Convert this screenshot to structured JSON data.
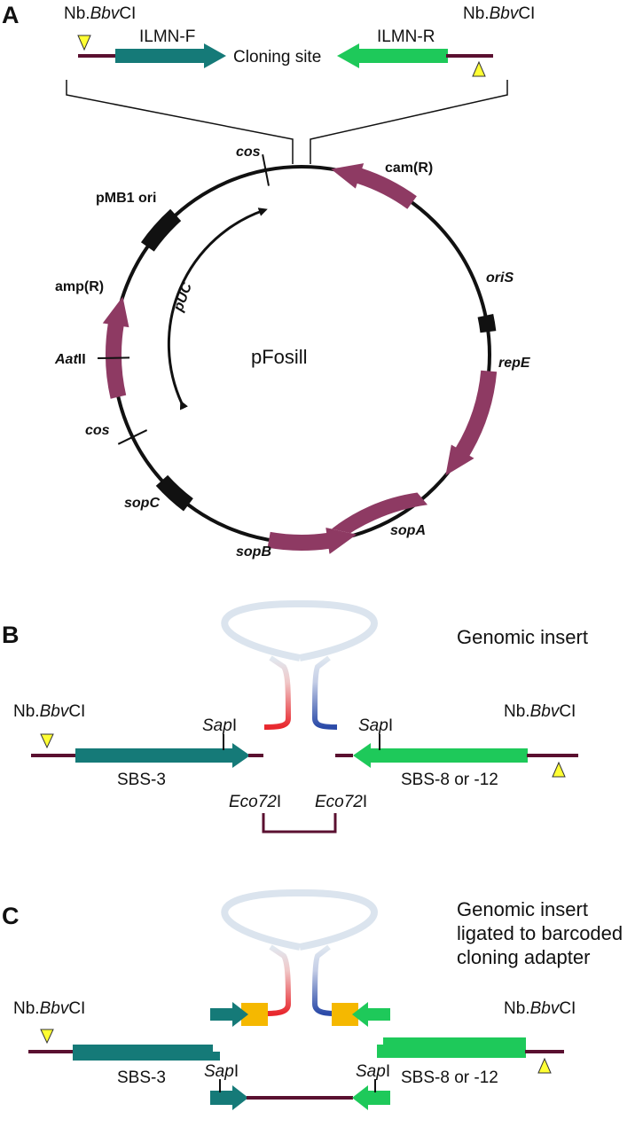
{
  "panels": {
    "a": "A",
    "b": "B",
    "c": "C"
  },
  "panel_a": {
    "enzyme_prefix": "Nb.",
    "enzyme_italic": "Bbv",
    "enzyme_suffix": "CI",
    "ilmn_f": "ILMN-F",
    "ilmn_r": "ILMN-R",
    "cloning_site": "Cloning site",
    "plasmid_name": "pFosill",
    "features": {
      "cos_top": "cos",
      "cam": "cam(R)",
      "pmb1": "pMB1 ori",
      "oris": "oriS",
      "amp": "amp(R)",
      "repe": "repE",
      "aat_italic": "Aat",
      "aat_suffix": "II",
      "cos_bottom": "cos",
      "sopc": "sopC",
      "sopa": "sopA",
      "sopb": "sopB",
      "puc": "pUC"
    }
  },
  "panel_b": {
    "title": "Genomic insert",
    "enzyme_prefix": "Nb.",
    "enzyme_italic": "Bbv",
    "enzyme_suffix": "CI",
    "sap_italic": "Sap",
    "sap_suffix": "I",
    "sbs3": "SBS-3",
    "sbs8": "SBS-8 or -12",
    "eco_italic": "Eco72",
    "eco_suffix": "I"
  },
  "panel_c": {
    "title_line1": "Genomic insert",
    "title_line2": "ligated to barcoded",
    "title_line3": "cloning adapter",
    "enzyme_prefix": "Nb.",
    "enzyme_italic": "Bbv",
    "enzyme_suffix": "CI",
    "sbs3": "SBS-3",
    "sbs8": "SBS-8 or -12",
    "sap_italic": "Sap",
    "sap_suffix": "I"
  },
  "colors": {
    "teal": "#157a78",
    "green": "#1ec95a",
    "maroon": "#8e3a63",
    "darkline": "#5a1030",
    "yellow": "#ffff33",
    "orange": "#f5b800",
    "red": "#e8272d",
    "blue": "#2a4aa8"
  }
}
